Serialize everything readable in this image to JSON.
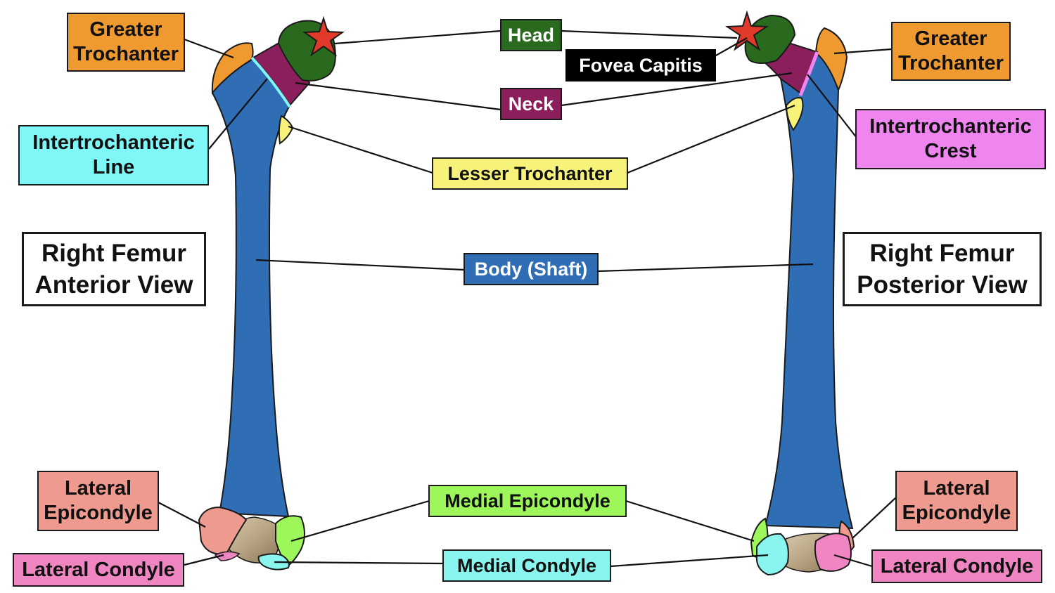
{
  "colors": {
    "shaft": "#2f6db5",
    "head": "#2a6a1f",
    "neck": "#8b1f5c",
    "greater_trochanter": "#ef9a30",
    "lesser_trochanter": "#f7f27a",
    "intertrochanteric_line": "#7ff7f7",
    "intertrochanteric_crest": "#ef86ef",
    "lateral_epicondyle": "#ef9a8f",
    "medial_epicondyle": "#9ef75a",
    "medial_condyle": "#8af5ee",
    "lateral_condyle": "#ef86c2",
    "fovea_star": "#e23a2a",
    "articular_surface": "#c9b79a"
  },
  "left_view": {
    "title_line1": "Right Femur",
    "title_line2": "Anterior View",
    "greater_trochanter": [
      "Greater",
      "Trochanter"
    ],
    "intertrochanteric_line": [
      "Intertrochanteric",
      "Line"
    ],
    "lateral_epicondyle": [
      "Lateral",
      "Epicondyle"
    ],
    "lateral_condyle": "Lateral Condyle"
  },
  "right_view": {
    "title_line1": "Right Femur",
    "title_line2": "Posterior View",
    "greater_trochanter": [
      "Greater",
      "Trochanter"
    ],
    "intertrochanteric_crest": [
      "Intertrochanteric",
      "Crest"
    ],
    "lateral_epicondyle": [
      "Lateral",
      "Epicondyle"
    ],
    "lateral_condyle": "Lateral Condyle"
  },
  "center": {
    "head": "Head",
    "fovea_capitis": "Fovea Capitis",
    "neck": "Neck",
    "lesser_trochanter": "Lesser Trochanter",
    "body_shaft": "Body (Shaft)",
    "medial_epicondyle": "Medial Epicondyle",
    "medial_condyle": "Medial Condyle"
  }
}
